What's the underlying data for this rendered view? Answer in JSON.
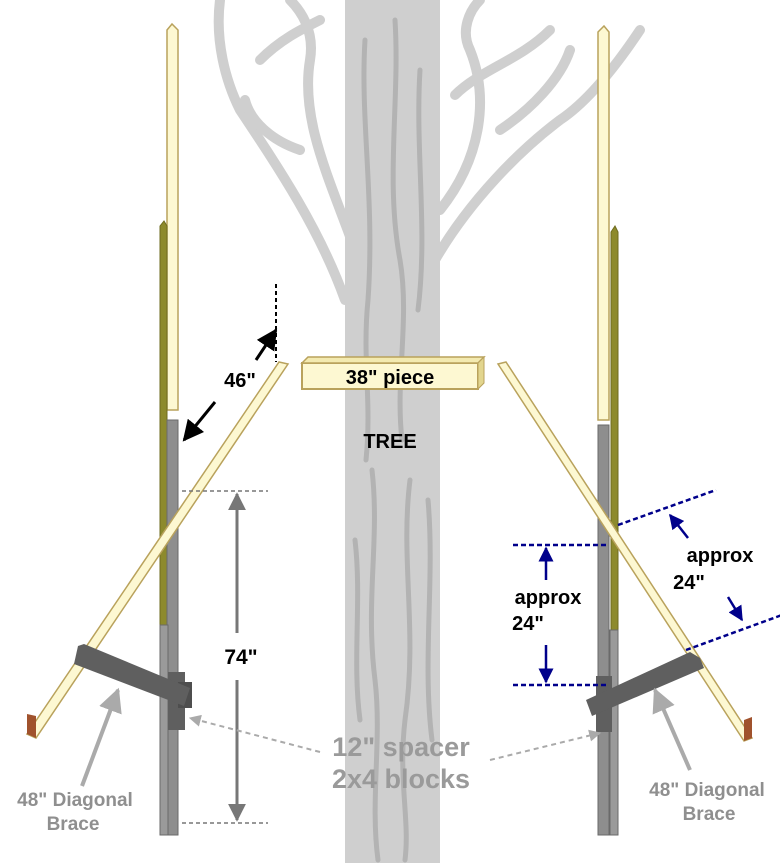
{
  "labels": {
    "piece_38": "38\" piece",
    "tree": "TREE",
    "dim_46": "46\"",
    "dim_74": "74\"",
    "approx_left_line1": "approx",
    "approx_left_line2": "24\"",
    "approx_right_line1": "approx",
    "approx_right_line2": "24\"",
    "spacer_line1": "12\" spacer",
    "spacer_line2": "2x4 blocks",
    "brace_left_line1": "48\" Diagonal",
    "brace_left_line2": "Brace",
    "brace_right_line1": "48\" Diagonal",
    "brace_right_line2": "Brace"
  },
  "colors": {
    "tree": "#cfcfcf",
    "tree_bark": "#b3b3b3",
    "board_light": "#fdf8d2",
    "board_edge": "#b9a25c",
    "post_olive": "#8d8a2c",
    "post_gray": "#8e8e8e",
    "brace_dark": "#5f5f5f",
    "end_grain": "#a0522d",
    "dim_black": "#000000",
    "dim_blue": "#00008b",
    "dim_gray": "#777777",
    "label_gray": "#8f8f8f"
  }
}
